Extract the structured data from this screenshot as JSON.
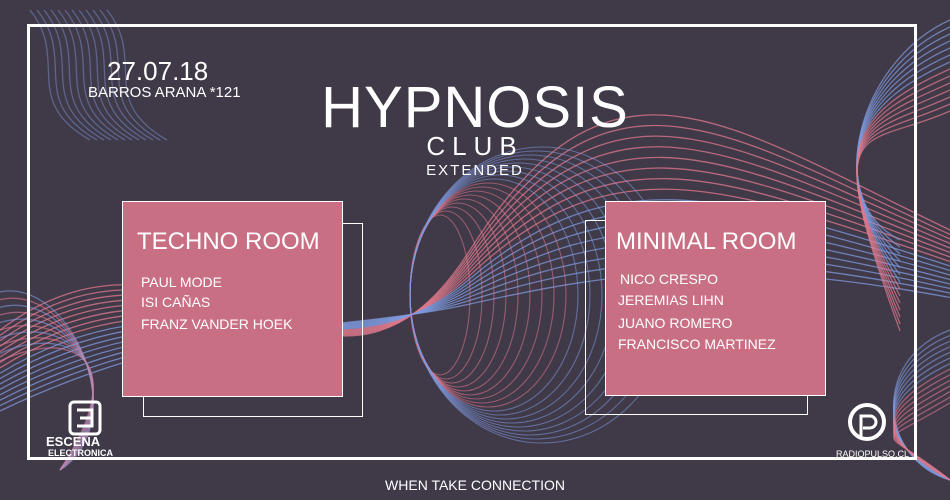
{
  "event": {
    "date": "27.07.18",
    "address": "BARROS ARANA *121",
    "title": "HYPNOSIS",
    "subtitle": "CLUB",
    "edition": "EXTENDED",
    "tagline": "WHEN TAKE CONNECTION"
  },
  "rooms": [
    {
      "name": "TECHNO ROOM",
      "artists": [
        "PAUL MODE",
        "ISI CAÑAS",
        "FRANZ VANDER HOEK"
      ]
    },
    {
      "name": "MINIMAL ROOM",
      "artists": [
        "NICO CRESPO",
        "JEREMIAS LIHN",
        "JUANO ROMERO",
        "FRANCISCO MARTINEZ"
      ]
    }
  ],
  "logos": {
    "left": {
      "glyph": "3",
      "line1": "ESCENA",
      "line2": "ELECTRONICA"
    },
    "right": {
      "text": "RADIOPULSO.CL"
    }
  },
  "colors": {
    "background": "#403948",
    "room_fill": "#c96f83",
    "wave_pink": "#e07a8e",
    "wave_blue": "#7f9be0"
  }
}
